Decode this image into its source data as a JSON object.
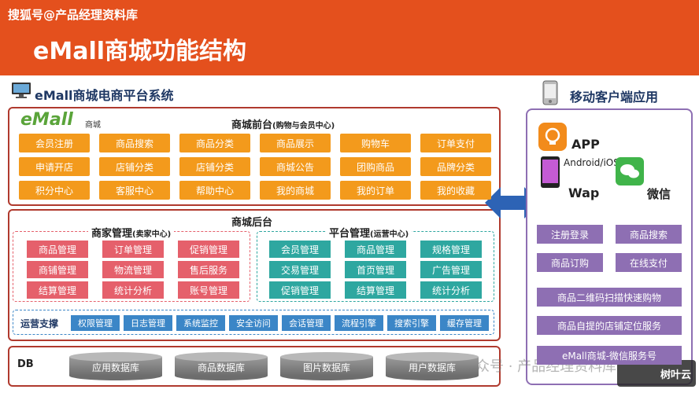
{
  "header": {
    "watermark": "搜狐号@产品经理资料库",
    "title": "eMall商城功能结构"
  },
  "platform": {
    "title": "eMall商城电商平台系统",
    "logo": "eMall",
    "logo_sub": "商城"
  },
  "mobile": {
    "title": "移动客户端应用",
    "app": "APP",
    "android": "Android/iOS",
    "wap": "Wap",
    "wechat": "微信",
    "buttons": [
      "注册登录",
      "商品搜索",
      "商品订购",
      "在线支付",
      "商品二维码扫描快速购物",
      "商品自提的店铺定位服务",
      "eMall商城-微信服务号"
    ]
  },
  "front": {
    "title": "商城前台",
    "subtitle": "(购物与会员中心)",
    "rows": [
      [
        "会员注册",
        "商品搜索",
        "商品分类",
        "商品展示",
        "购物车",
        "订单支付"
      ],
      [
        "申请开店",
        "店铺分类",
        "店铺分类",
        "商城公告",
        "团购商品",
        "品牌分类"
      ],
      [
        "积分中心",
        "客服中心",
        "帮助中心",
        "我的商城",
        "我的订单",
        "我的收藏"
      ]
    ]
  },
  "back": {
    "title": "商城后台",
    "merchant": {
      "title": "商家管理",
      "subtitle": "(卖家中心)",
      "rows": [
        [
          "商品管理",
          "订单管理",
          "促销管理"
        ],
        [
          "商铺管理",
          "物流管理",
          "售后服务"
        ],
        [
          "结算管理",
          "统计分析",
          "账号管理"
        ]
      ]
    },
    "platform": {
      "title": "平台管理",
      "subtitle": "(运营中心)",
      "rows": [
        [
          "会员管理",
          "商品管理",
          "规格管理"
        ],
        [
          "交易管理",
          "首页管理",
          "广告管理"
        ],
        [
          "促销管理",
          "结算管理",
          "统计分析"
        ]
      ]
    },
    "ops": {
      "title": "运营支撑",
      "items": [
        "权限管理",
        "日志管理",
        "系统监控",
        "安全访问",
        "会话管理",
        "流程引擎",
        "搜索引擎",
        "缓存管理"
      ]
    }
  },
  "db": {
    "title": "DB",
    "items": [
      "应用数据库",
      "商品数据库",
      "图片数据库",
      "用户数据库"
    ]
  },
  "watermark_bottom": "公众号 · 产品经理资料库",
  "corner_logo": "树叶云",
  "colors": {
    "header": "#e4501d",
    "front_btn": "#f39a1c",
    "merchant_btn": "#e5606b",
    "platform_btn": "#2ea7a0",
    "ops_btn": "#3b86c7",
    "mobile_btn": "#8e6fb3"
  }
}
